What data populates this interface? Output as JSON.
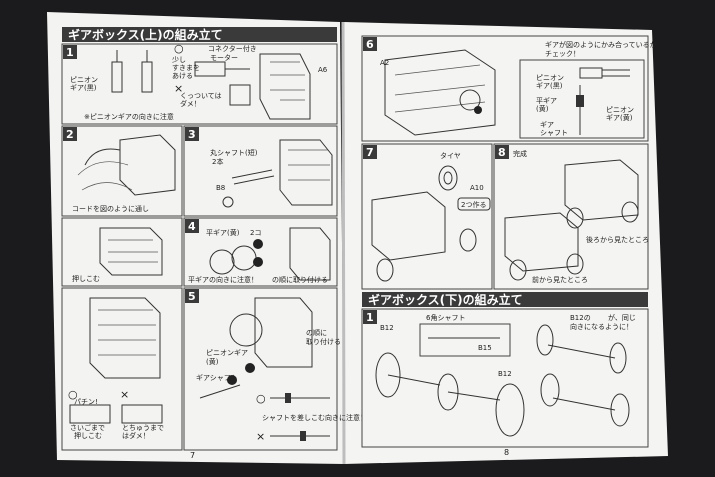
{
  "left_page": {
    "header": "ギアボックス(上)の組み立て",
    "page_number": "7",
    "steps": [
      {
        "number": "1",
        "captions": [
          "コネクター付き",
          "モーター",
          "少し",
          "すきまを",
          "あける",
          "くっついては",
          "ダメ！",
          "ピニオン",
          "ギア(黒)",
          "※ピニオンギアの向きに注意",
          "A6"
        ]
      },
      {
        "number": "2",
        "captions": [
          "コードを図のように通し"
        ]
      },
      {
        "number": "",
        "captions": [
          "押しこむ"
        ]
      },
      {
        "number": "3",
        "captions": [
          "丸シャフト(短)",
          "2本",
          "B8"
        ]
      },
      {
        "number": "4",
        "captions": [
          "平ギア(黄)",
          "2コ",
          "平ギアの向きに注意！",
          "の順に取り付ける"
        ]
      },
      {
        "number": "5",
        "captions": [
          "ピニオンギア",
          "(黄)",
          "ギアシャフト",
          "の順に",
          "取り付ける",
          "シャフトを差しこむ向きに注意！"
        ]
      },
      {
        "number": "",
        "captions": [
          "パチン!",
          "さいごまで",
          "押しこむ",
          "とちゅうまで",
          "はダメ！"
        ]
      }
    ]
  },
  "right_page": {
    "header": "ギアボックス(下)の組み立て",
    "page_number": "8",
    "steps": [
      {
        "number": "6",
        "captions": [
          "ギアが図のようにかみ合っているか",
          "チェック！",
          "ピニオン",
          "ギア(黒)",
          "平ギア",
          "(黄)",
          "ピニオン",
          "ギア(黄)",
          "ギア",
          "シャフト",
          "A2"
        ]
      },
      {
        "number": "7",
        "captions": [
          "タイヤ",
          "A10",
          "2つ作る"
        ]
      },
      {
        "number": "8",
        "captions": [
          "完成",
          "後ろから見たところ",
          "前から見たところ"
        ]
      },
      {
        "number": "1",
        "captions": [
          "B12",
          "6角シャフト",
          "B15",
          "B12",
          "B12の",
          "が、同じ",
          "向きになるように！"
        ]
      }
    ]
  },
  "circled_numbers": [
    "1",
    "2",
    "3"
  ],
  "symbols": {
    "ok": "○",
    "ng": "×"
  }
}
